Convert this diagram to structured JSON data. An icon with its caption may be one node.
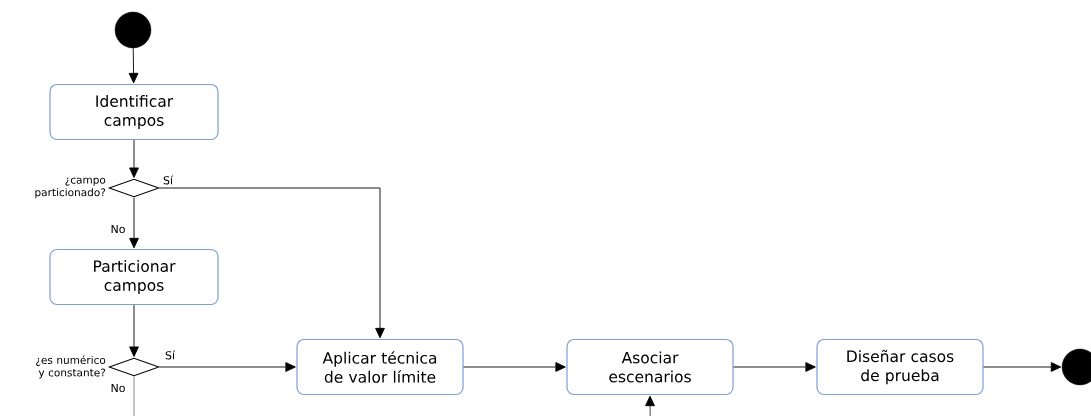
{
  "diagram": {
    "nodes": [
      {
        "text": [],
        "shape": "circle"
      },
      {
        "text": [
          "Identificar campos"
        ]
      },
      {
        "text": [],
        "shape": "diamond",
        "beside": [
          "¿campo particionado?"
        ]
      },
      {
        "text": [
          "Particionar campos"
        ]
      },
      {
        "text": [],
        "shape": "diamond",
        "beside": [
          "¿es numérico y constante?"
        ]
      },
      {
        "text": [
          "Aplicar técnica de valor límite"
        ]
      },
      {
        "text": [
          "Asociar escenarios"
        ]
      },
      {
        "text": [
          "Diseñar casos de prueba"
        ]
      },
      {
        "text": [],
        "shape": "circle"
      }
    ],
    "edges": [
      {
        "from": 0,
        "to": 1,
        "arrow": "to"
      },
      {
        "from": 1,
        "to": 2,
        "arrow": "to"
      },
      {
        "from": 2,
        "to": 3,
        "arrow": "to",
        "label": "No"
      },
      {
        "from": 2,
        "to": 5,
        "arrow": "to",
        "label": "Sí"
      },
      {
        "from": 3,
        "to": 4,
        "arrow": "to"
      },
      {
        "from": 4,
        "to": 5,
        "arrow": "to",
        "label": "Sí"
      },
      {
        "from": 4,
        "to": null,
        "arrow": "none",
        "label": "No"
      },
      {
        "from": 5,
        "to": 6,
        "arrow": "to"
      },
      {
        "from": 6,
        "to": 7,
        "arrow": "to"
      },
      {
        "from": 7,
        "to": 8,
        "arrow": "to"
      },
      {
        "from": null,
        "to": 6,
        "arrow": "to"
      }
    ]
  }
}
